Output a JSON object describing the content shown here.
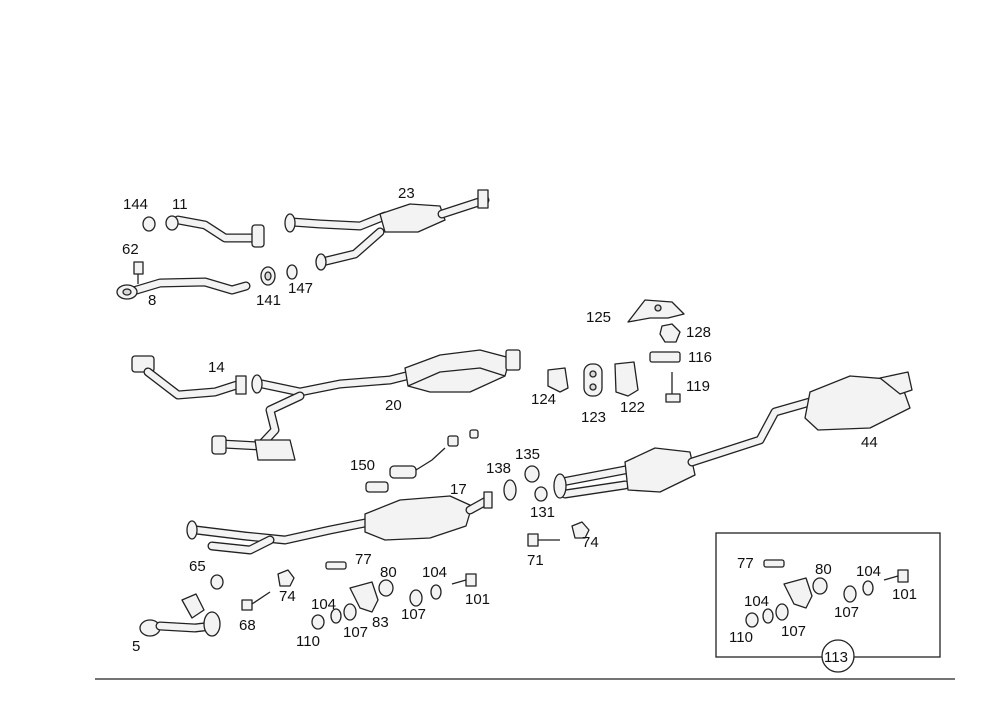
{
  "labels": {
    "p144": "144",
    "p11": "11",
    "p23": "23",
    "p62": "62",
    "p8": "8",
    "p141": "141",
    "p147": "147",
    "p125": "125",
    "p128": "128",
    "p116": "116",
    "p119": "119",
    "p124": "124",
    "p123": "123",
    "p122": "122",
    "p14": "14",
    "p20": "20",
    "p44": "44",
    "p150": "150",
    "p138": "138",
    "p135": "135",
    "p131": "131",
    "p17": "17",
    "p71": "71",
    "p74b": "74",
    "p65": "65",
    "p74": "74",
    "p68": "68",
    "p5": "5",
    "p77": "77",
    "p80": "80",
    "p104": "104",
    "p101": "101",
    "p104b": "104",
    "p107": "107",
    "p107b": "107",
    "p83": "83",
    "p110": "110",
    "i77": "77",
    "i80": "80",
    "i104": "104",
    "i101": "101",
    "i104b": "104",
    "i107": "107",
    "i107b": "107",
    "i110": "110",
    "i113": "113"
  }
}
